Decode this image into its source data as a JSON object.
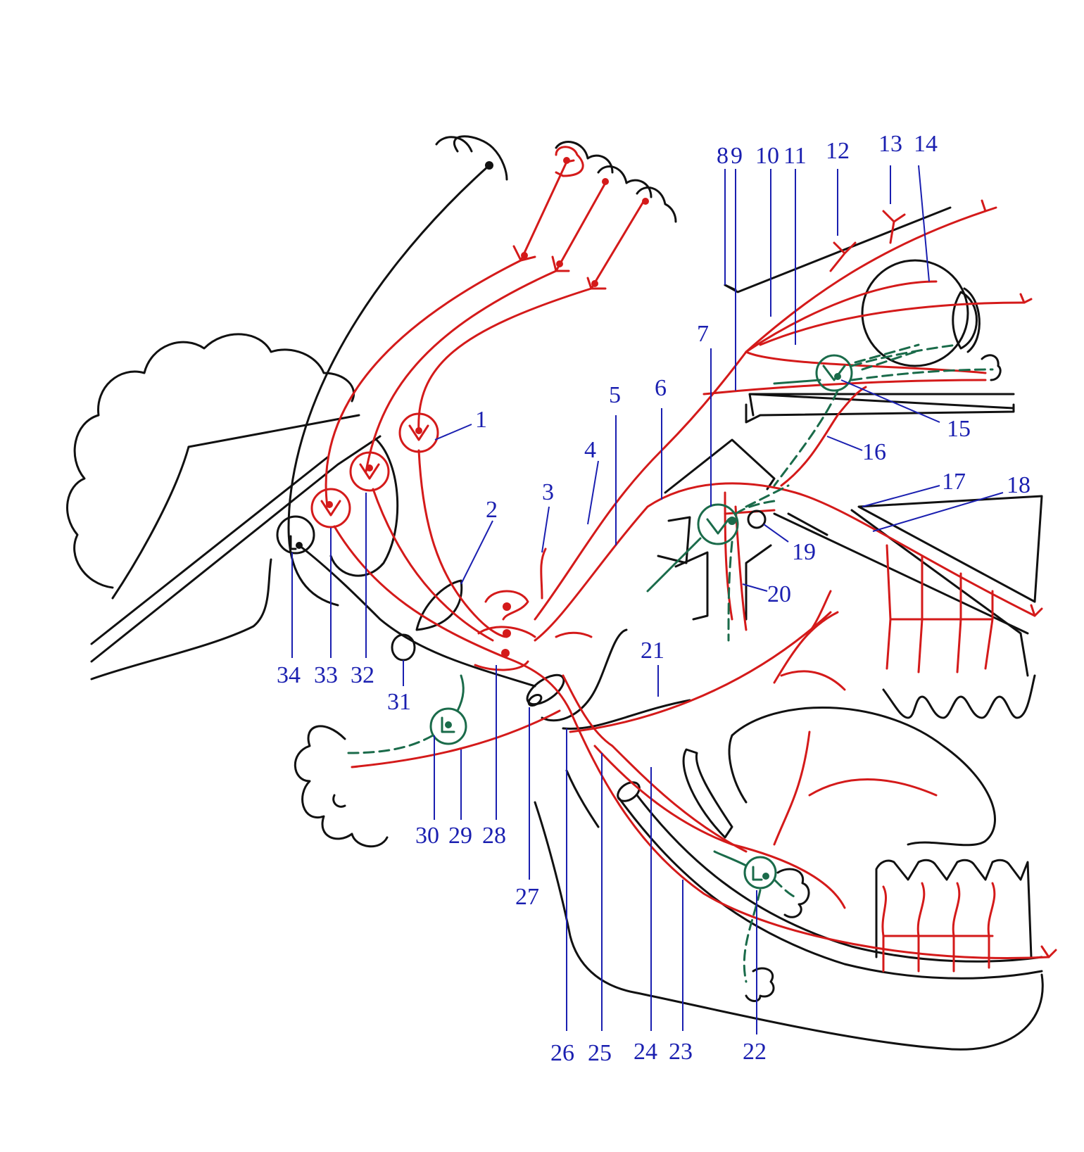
{
  "labels": [
    {
      "id": "1",
      "text": "1"
    },
    {
      "id": "2",
      "text": "2"
    },
    {
      "id": "3",
      "text": "3"
    },
    {
      "id": "4",
      "text": "4"
    },
    {
      "id": "5",
      "text": "5"
    },
    {
      "id": "6",
      "text": "6"
    },
    {
      "id": "7",
      "text": "7"
    },
    {
      "id": "8",
      "text": "8"
    },
    {
      "id": "9",
      "text": "9"
    },
    {
      "id": "10",
      "text": "10"
    },
    {
      "id": "11",
      "text": "11"
    },
    {
      "id": "12",
      "text": "12"
    },
    {
      "id": "13",
      "text": "13"
    },
    {
      "id": "14",
      "text": "14"
    },
    {
      "id": "15",
      "text": "15"
    },
    {
      "id": "16",
      "text": "16"
    },
    {
      "id": "17",
      "text": "17"
    },
    {
      "id": "18",
      "text": "18"
    },
    {
      "id": "19",
      "text": "19"
    },
    {
      "id": "20",
      "text": "20"
    },
    {
      "id": "21",
      "text": "21"
    },
    {
      "id": "22",
      "text": "22"
    },
    {
      "id": "23",
      "text": "23"
    },
    {
      "id": "24",
      "text": "24"
    },
    {
      "id": "25",
      "text": "25"
    },
    {
      "id": "26",
      "text": "26"
    },
    {
      "id": "27",
      "text": "27"
    },
    {
      "id": "28",
      "text": "28"
    },
    {
      "id": "29",
      "text": "29"
    },
    {
      "id": "30",
      "text": "30"
    },
    {
      "id": "31",
      "text": "31"
    },
    {
      "id": "32",
      "text": "32"
    },
    {
      "id": "33",
      "text": "33"
    },
    {
      "id": "34",
      "text": "34"
    }
  ],
  "colors": {
    "label": "#1a1fb0",
    "sensory_nerve": "#d41a1a",
    "autonomic_nerve": "#1a6b4a",
    "outline": "#111111"
  }
}
